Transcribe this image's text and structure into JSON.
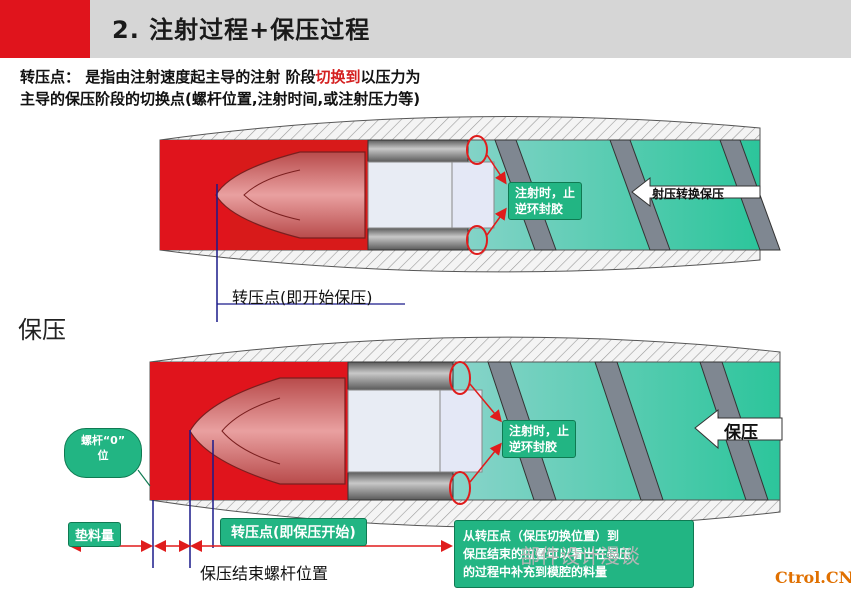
{
  "title": "2. 注射过程+保压过程",
  "intro": {
    "line1_before": "转压点： 是指由注射速度起主导的注射 阶段",
    "line1_highlight": "切换到",
    "line1_after": "以压力为",
    "line2": "主导的保压阶段的切换点(螺杆位置,注射时间,或注射压力等)"
  },
  "section_label": "保压",
  "top_diagram": {
    "check_ring_note": "注射时，止\n逆环封胶",
    "flow_label": "射压转换保压",
    "switch_point_label": "转压点(即开始保压)"
  },
  "bottom_diagram": {
    "check_ring_note": "注射时，止\n逆环封胶",
    "pressure_label": "保压",
    "screw_zero_label": "螺杆“0”\n位",
    "cushion_label": "垫料量",
    "switch_point_label": "转压点(即保压开始)",
    "hold_end_label": "保压结束螺杆位置",
    "info_note": "从转压点（保压切换位置）到\n保压结束的位置可以看出在保压\n的过程中补充到模腔的料量"
  },
  "watermark": "部件设计漫谈",
  "site": "Ctrol.CN",
  "colors": {
    "title_red": "#e0141c",
    "title_gray": "#d6d6d6",
    "melt_red": "#e0141c",
    "note_green": "#22b583",
    "highlight": "#d42020"
  }
}
